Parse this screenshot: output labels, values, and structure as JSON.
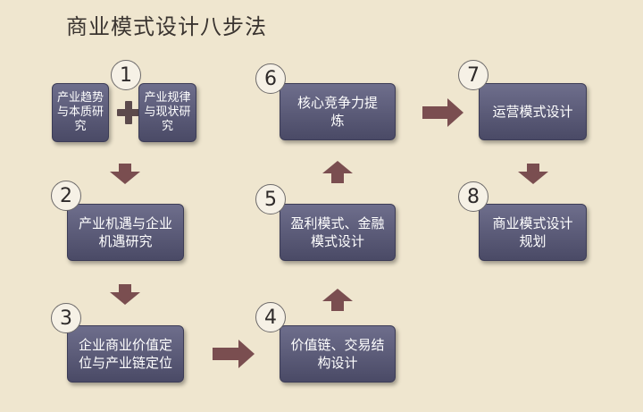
{
  "title": "商业模式设计八步法",
  "colors": {
    "background": "#efe6cf",
    "box": "#5a5a78",
    "arrow": "#7a4e50"
  },
  "steps": [
    {
      "number": "1",
      "parts": [
        "产业趋势与本质研究",
        "产业规律与现状研究"
      ]
    },
    {
      "number": "2",
      "label": "产业机遇与企业机遇研究"
    },
    {
      "number": "3",
      "label": "企业商业价值定位与产业链定位"
    },
    {
      "number": "4",
      "label": "价值链、交易结构设计"
    },
    {
      "number": "5",
      "label": "盈利模式、金融模式设计"
    },
    {
      "number": "6",
      "label": "核心竞争力提炼"
    },
    {
      "number": "7",
      "label": "运营模式设计"
    },
    {
      "number": "8",
      "label": "商业模式设计规划"
    }
  ]
}
